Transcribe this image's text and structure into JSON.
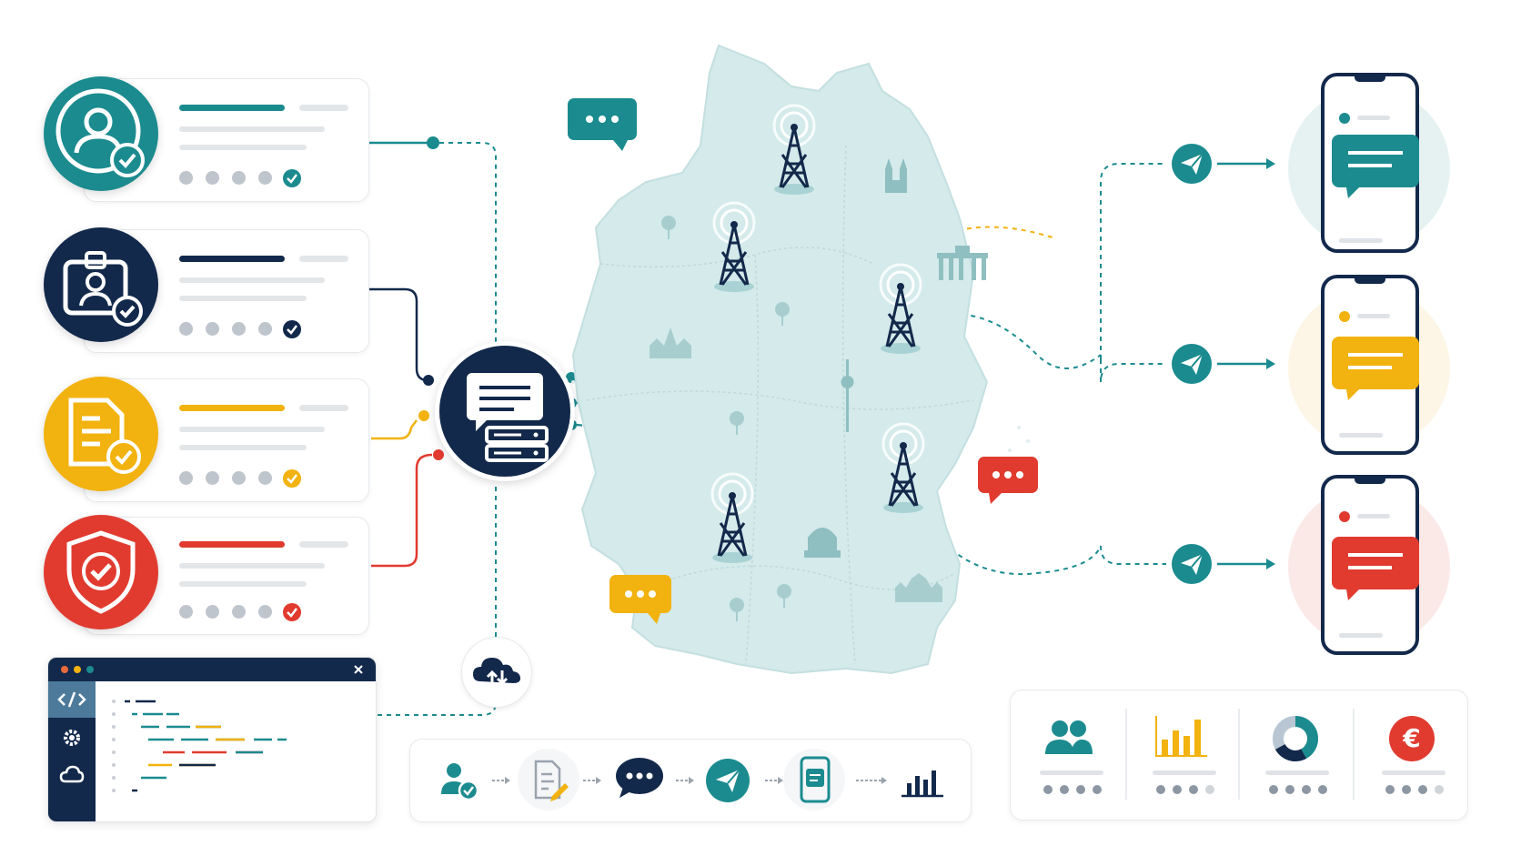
{
  "colors": {
    "teal": "#1b8b8f",
    "navy": "#13294b",
    "yellow": "#f2b20f",
    "red": "#e13b30",
    "map": "#d4eaeb",
    "gray": "#bfc5cc"
  },
  "sources": [
    {
      "name": "user-profile",
      "icon": "user-check-icon",
      "color": "#1b8b8f"
    },
    {
      "name": "id-badge",
      "icon": "id-badge-check-icon",
      "color": "#13294b"
    },
    {
      "name": "document",
      "icon": "document-check-icon",
      "color": "#f2b20f"
    },
    {
      "name": "security",
      "icon": "shield-check-icon",
      "color": "#e13b30"
    }
  ],
  "hub": {
    "icon": "message-server-icon"
  },
  "cloud": {
    "icon": "cloud-sync-icon"
  },
  "code_window": {
    "sidebar_icons": [
      "code-icon",
      "gear-icon",
      "cloud-icon"
    ]
  },
  "map": {
    "region": "germany-map",
    "towers": 5,
    "landmarks": [
      "cathedral-icon",
      "brandenburg-gate-icon",
      "tv-tower-icon",
      "castle-icon",
      "dome-icon",
      "parliament-icon"
    ]
  },
  "phones": [
    {
      "color": "#1b8b8f",
      "send_icon": "send-icon"
    },
    {
      "color": "#f2b20f",
      "send_icon": "send-icon"
    },
    {
      "color": "#e13b30",
      "send_icon": "send-icon"
    }
  ],
  "workflow": {
    "steps": [
      "user-check-icon",
      "document-edit-icon",
      "chat-icon",
      "send-icon",
      "mobile-message-icon",
      "bar-chart-icon"
    ]
  },
  "stats": [
    {
      "icon": "users-icon"
    },
    {
      "icon": "bar-chart-icon"
    },
    {
      "icon": "donut-chart-icon"
    },
    {
      "icon": "euro-icon"
    }
  ],
  "euro_symbol": "€"
}
